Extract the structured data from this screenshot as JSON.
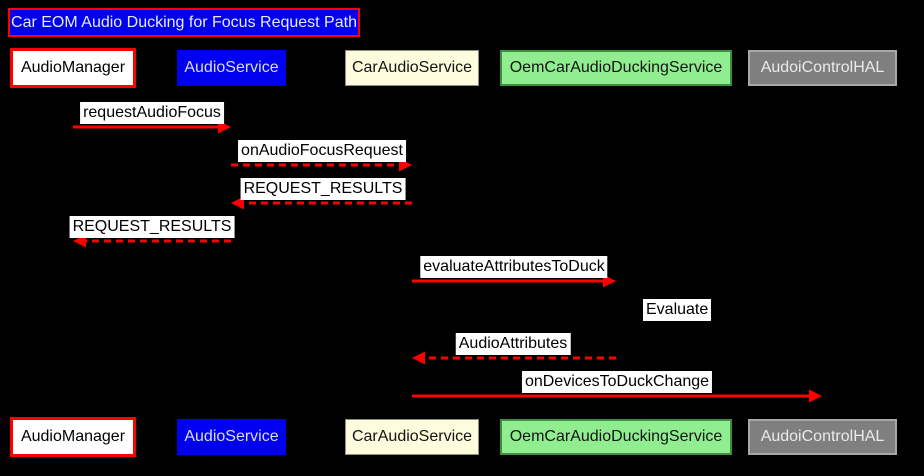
{
  "title": "Car EOM Audio Ducking for Focus Request Path",
  "colors": {
    "background": "#000000",
    "title_bg": "#0000f0",
    "title_border": "#ff0000",
    "arrow": "#ff0000",
    "message_label_bg": "#ffffff",
    "message_label_text": "#000000"
  },
  "participants": [
    {
      "label": "AudioManager",
      "bg": "#ffffff",
      "border": "#ff0000",
      "text": "#000000"
    },
    {
      "label": "AudioService",
      "bg": "#0000f0",
      "border": "#0000f0",
      "text": "#dcdce8"
    },
    {
      "label": "CarAudioService",
      "bg": "#fdfcdd",
      "border": "#8f8f7a",
      "text": "#141414"
    },
    {
      "label": "OemCarAudioDuckingService",
      "bg": "#90ee90",
      "border": "#3f8f3f",
      "text": "#141414"
    },
    {
      "label": "AudoiControlHAL",
      "bg": "#7f7f7f",
      "border": "#a8a8a8",
      "text": "#eaeaea"
    }
  ],
  "messages": [
    {
      "label": "requestAudioFocus",
      "from": "AudioManager",
      "to": "AudioService",
      "line": "solid"
    },
    {
      "label": "onAudioFocusRequest",
      "from": "AudioService",
      "to": "CarAudioService",
      "line": "dashed"
    },
    {
      "label": "REQUEST_RESULTS",
      "from": "CarAudioService",
      "to": "AudioService",
      "line": "dashed"
    },
    {
      "label": "REQUEST_RESULTS",
      "from": "AudioService",
      "to": "AudioManager",
      "line": "dashed"
    },
    {
      "label": "evaluateAttributesToDuck",
      "from": "CarAudioService",
      "to": "OemCarAudioDuckingService",
      "line": "solid"
    },
    {
      "label": "Evaluate",
      "from": "OemCarAudioDuckingService",
      "to": "OemCarAudioDuckingService",
      "line": "self"
    },
    {
      "label": "AudioAttributes",
      "from": "OemCarAudioDuckingService",
      "to": "CarAudioService",
      "line": "dashed"
    },
    {
      "label": "onDevicesToDuckChange",
      "from": "CarAudioService",
      "to": "AudoiControlHAL",
      "line": "solid"
    }
  ]
}
